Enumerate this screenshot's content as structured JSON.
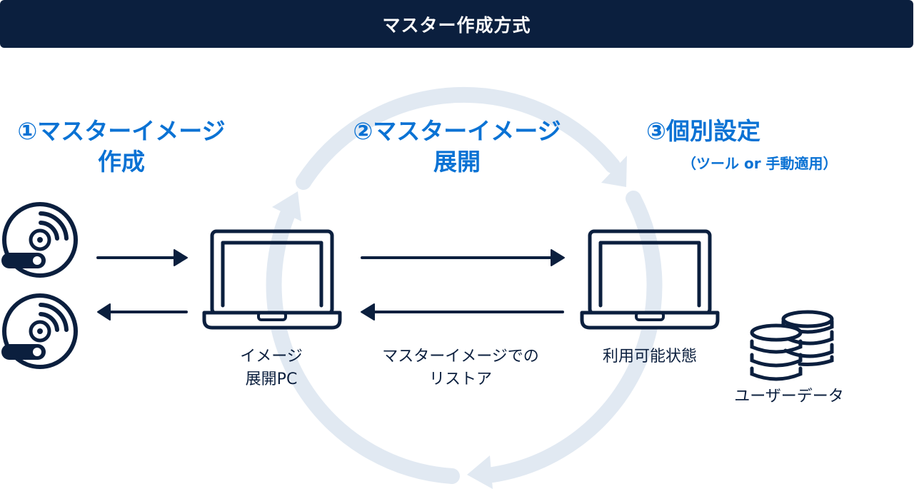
{
  "header": {
    "title": "マスター作成方式"
  },
  "colors": {
    "navy": "#0b1f3e",
    "accent_blue": "#0a72d4",
    "cycle_arc": "#e1e9f2"
  },
  "steps": [
    {
      "number": "①",
      "title_line1": "マスターイメージ",
      "title_line2": "作成"
    },
    {
      "number": "②",
      "title_line1": "マスターイメージ",
      "title_line2": "展開"
    },
    {
      "number": "③",
      "title_line1": "個別設定",
      "subtitle": "（ツール or 手動適用）"
    }
  ],
  "labels": {
    "image_pc_line1": "イメージ",
    "image_pc_line2": "展開PC",
    "restore_line1": "マスターイメージでの",
    "restore_line2": "リストア",
    "available_state": "利用可能状態",
    "user_data": "ユーザーデータ"
  },
  "icons": {
    "disk_top": "disk-drive-icon",
    "disk_bottom": "disk-drive-icon",
    "laptop_left": "laptop-icon",
    "laptop_right": "laptop-icon",
    "database": "database-stack-icon",
    "cycle": "circular-arrows-icon"
  }
}
